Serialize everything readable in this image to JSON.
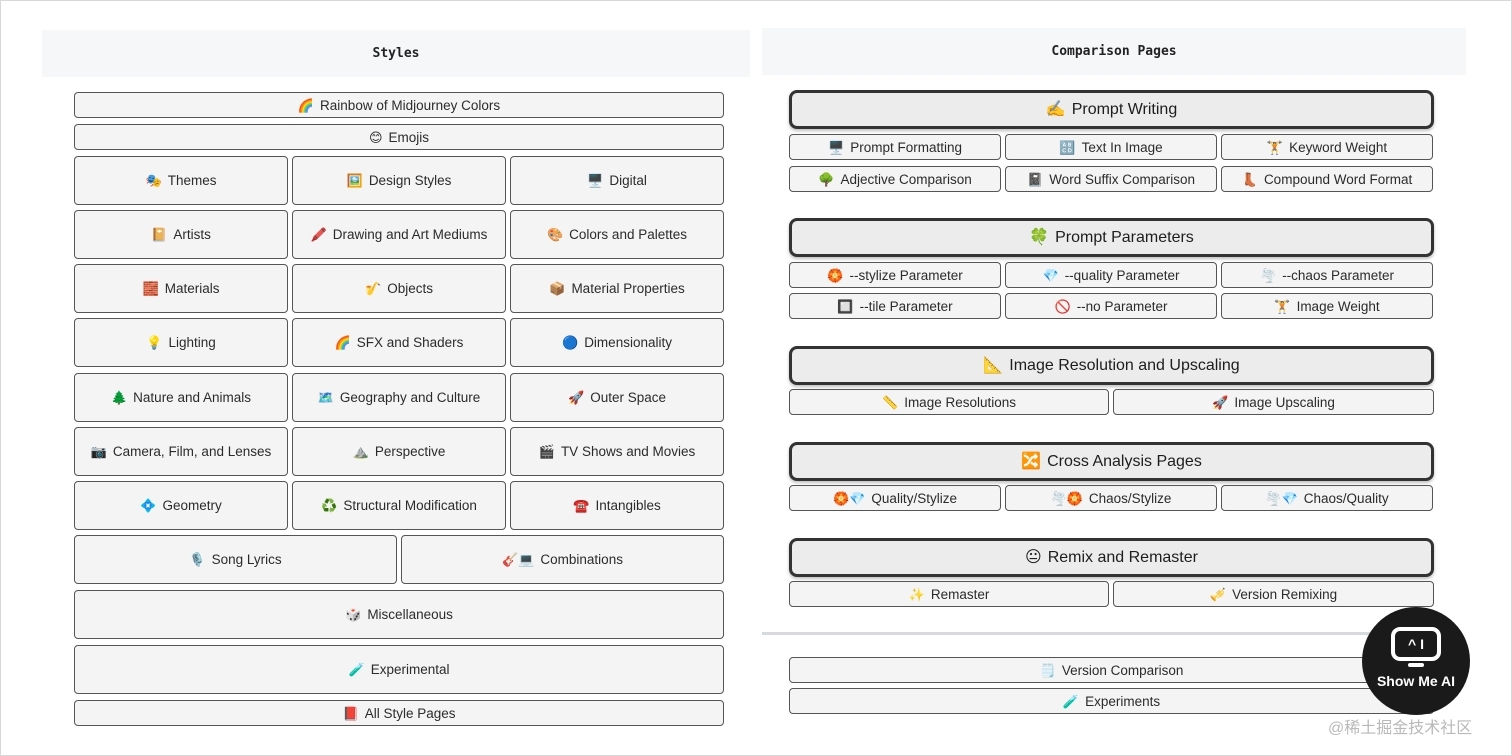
{
  "styles_header": "Styles",
  "comparison_header": "Comparison Pages",
  "styles": {
    "rainbow": {
      "icon": "🌈",
      "label": "Rainbow of Midjourney Colors"
    },
    "emojis": {
      "icon": "😊",
      "label": "Emojis"
    },
    "themes": {
      "icon": "🎭",
      "label": "Themes"
    },
    "design_styles": {
      "icon": "🖼️",
      "label": "Design Styles"
    },
    "digital": {
      "icon": "🖥️",
      "label": "Digital"
    },
    "artists": {
      "icon": "📔",
      "label": "Artists"
    },
    "drawing": {
      "icon": "🖍️",
      "label": "Drawing and Art Mediums"
    },
    "colors": {
      "icon": "🎨",
      "label": "Colors and Palettes"
    },
    "materials": {
      "icon": "🧱",
      "label": "Materials"
    },
    "objects": {
      "icon": "🎷",
      "label": "Objects"
    },
    "material_properties": {
      "icon": "📦",
      "label": "Material Properties"
    },
    "lighting": {
      "icon": "💡",
      "label": "Lighting"
    },
    "sfx": {
      "icon": "🌈",
      "label": "SFX and Shaders"
    },
    "dimensionality": {
      "icon": "🔵",
      "label": "Dimensionality"
    },
    "nature": {
      "icon": "🌲",
      "label": "Nature and Animals"
    },
    "geography": {
      "icon": "🗺️",
      "label": "Geography and Culture"
    },
    "outer_space": {
      "icon": "🚀",
      "label": "Outer Space"
    },
    "camera": {
      "icon": "📷",
      "label": "Camera, Film, and Lenses"
    },
    "perspective": {
      "icon": "⛰️",
      "label": "Perspective"
    },
    "tv_shows": {
      "icon": "🎬",
      "label": "TV Shows and Movies"
    },
    "geometry": {
      "icon": "💠",
      "label": "Geometry"
    },
    "structural": {
      "icon": "♻️",
      "label": "Structural Modification"
    },
    "intangibles": {
      "icon": "☎️",
      "label": "Intangibles"
    },
    "song_lyrics": {
      "icon": "🎙️",
      "label": "Song Lyrics"
    },
    "combinations": {
      "icon": "🎸💻",
      "label": "Combinations"
    },
    "miscellaneous": {
      "icon": "🎲",
      "label": "Miscellaneous"
    },
    "experimental": {
      "icon": "🧪",
      "label": "Experimental"
    },
    "all_style_pages": {
      "icon": "📕",
      "label": "All Style Pages"
    }
  },
  "comparison": {
    "prompt_writing": {
      "icon": "✍️",
      "label": "Prompt Writing"
    },
    "prompt_formatting": {
      "icon": "🖥️",
      "label": "Prompt Formatting"
    },
    "text_in_image": {
      "icon": "🔠",
      "label": "Text In Image"
    },
    "keyword_weight": {
      "icon": "🏋️",
      "label": "Keyword Weight"
    },
    "adjective_comparison": {
      "icon": "🌳",
      "label": "Adjective Comparison"
    },
    "word_suffix": {
      "icon": "📓",
      "label": "Word Suffix Comparison"
    },
    "compound_word": {
      "icon": "👢",
      "label": "Compound Word Format"
    },
    "prompt_parameters": {
      "icon": "🍀",
      "label": "Prompt Parameters"
    },
    "stylize": {
      "icon": "🏵️",
      "label": "--stylize Parameter"
    },
    "quality": {
      "icon": "💎",
      "label": "--quality Parameter"
    },
    "chaos": {
      "icon": "🌪️",
      "label": "--chaos Parameter"
    },
    "tile": {
      "icon": "🔲",
      "label": "--tile Parameter"
    },
    "no": {
      "icon": "🚫",
      "label": "--no Parameter"
    },
    "image_weight": {
      "icon": "🏋️",
      "label": "Image Weight"
    },
    "resolution_upscaling": {
      "icon": "📐",
      "label": "Image Resolution and Upscaling"
    },
    "image_resolutions": {
      "icon": "📏",
      "label": "Image Resolutions"
    },
    "image_upscaling": {
      "icon": "🚀",
      "label": "Image Upscaling"
    },
    "cross_analysis": {
      "icon": "🔀",
      "label": "Cross Analysis Pages"
    },
    "quality_stylize": {
      "icon": "🏵️💎",
      "label": "Quality/Stylize"
    },
    "chaos_stylize": {
      "icon": "🌪️🏵️",
      "label": "Chaos/Stylize"
    },
    "chaos_quality": {
      "icon": "🌪️💎",
      "label": "Chaos/Quality"
    },
    "remix_remaster": {
      "icon": "😐",
      "label": "Remix and Remaster"
    },
    "remaster": {
      "icon": "✨",
      "label": "Remaster"
    },
    "version_remixing": {
      "icon": "🎺",
      "label": "Version Remixing"
    },
    "version_comparison": {
      "icon": "🗒️",
      "label": "Version Comparison"
    },
    "experiments": {
      "icon": "🧪",
      "label": "Experiments"
    }
  },
  "badge": {
    "screen_text": "^ I",
    "text": "Show Me AI"
  },
  "watermark": "@稀土掘金技术社区"
}
